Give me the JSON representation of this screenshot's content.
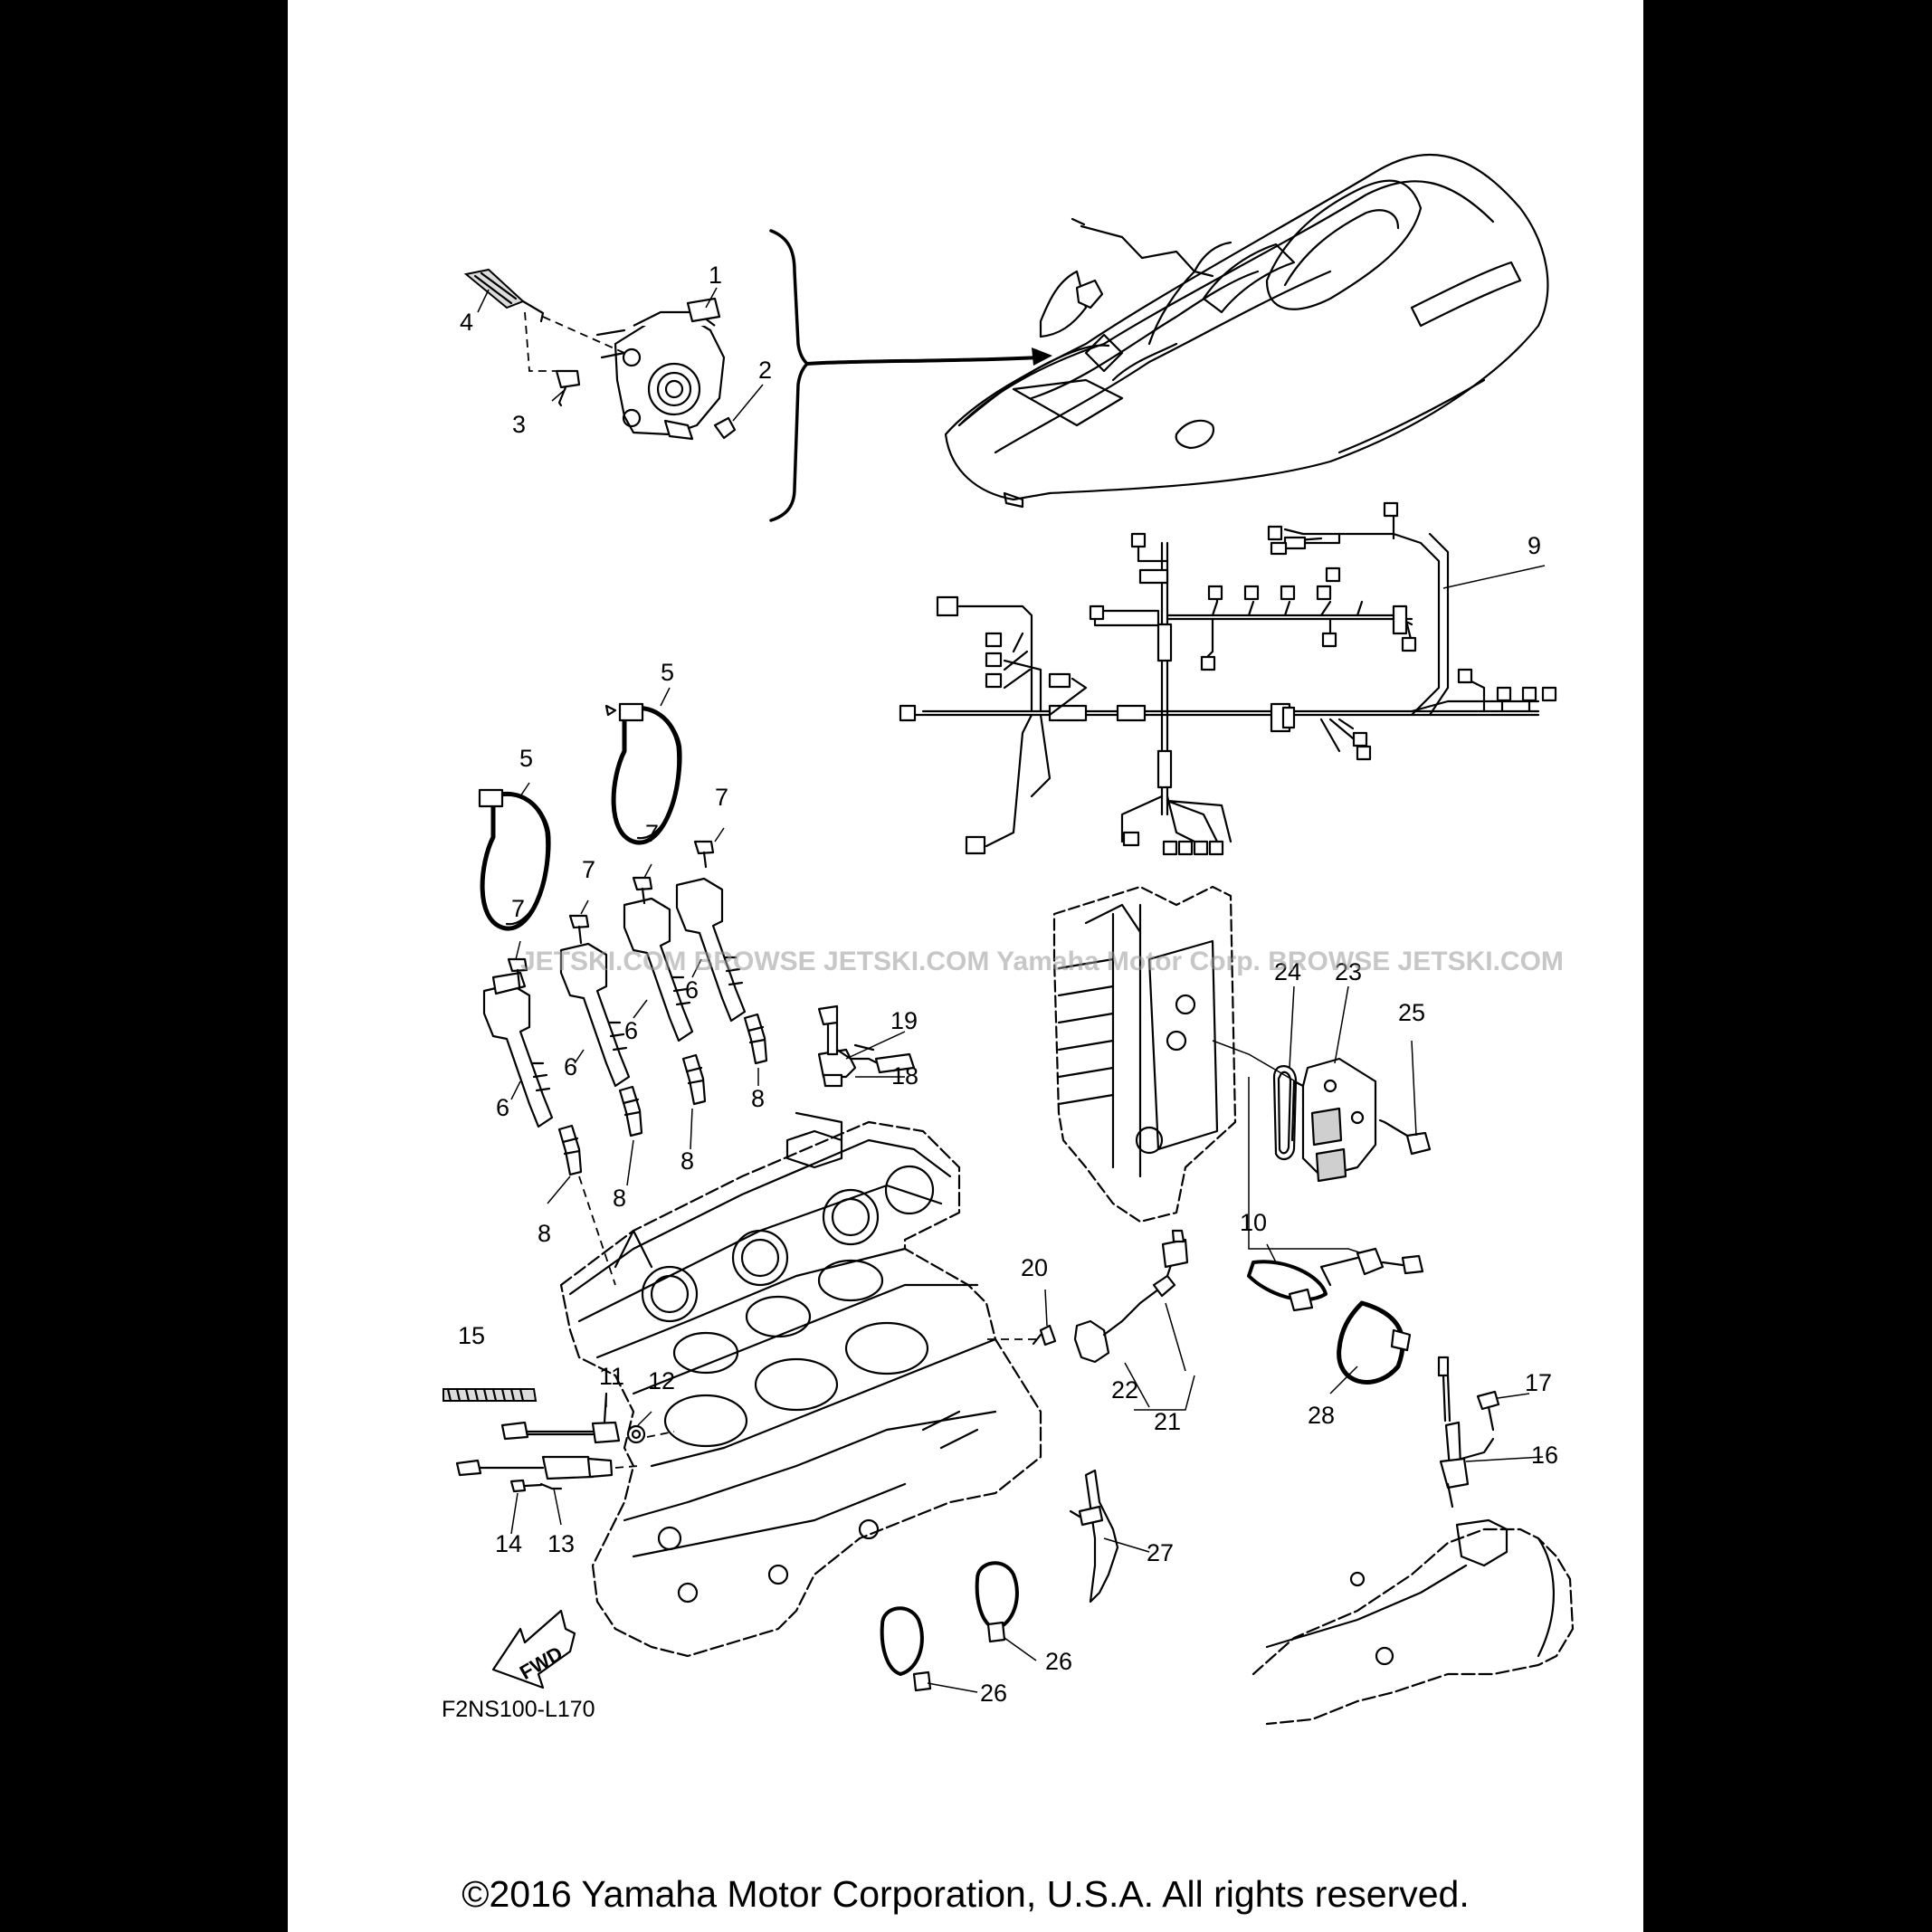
{
  "diagram_code": "F2NS100-L170",
  "fwd_label": "FWD",
  "watermark": "JETSKI.COM    BROWSE JETSKI.COM    Yamaha Motor Corp.    BROWSE JETSKI.COM",
  "copyright": "©2016 Yamaha Motor Corporation, U.S.A. All rights reserved.",
  "callouts": {
    "c1": "1",
    "c2": "2",
    "c3": "3",
    "c4": "4",
    "c5a": "5",
    "c5b": "5",
    "c6a": "6",
    "c6b": "6",
    "c6c": "6",
    "c6d": "6",
    "c7a": "7",
    "c7b": "7",
    "c7c": "7",
    "c7d": "7",
    "c8a": "8",
    "c8b": "8",
    "c8c": "8",
    "c8d": "8",
    "c9": "9",
    "c10": "10",
    "c11": "11",
    "c12": "12",
    "c13": "13",
    "c14": "14",
    "c15": "15",
    "c16": "16",
    "c17": "17",
    "c18": "18",
    "c19": "19",
    "c20": "20",
    "c21": "21",
    "c22": "22",
    "c23": "23",
    "c24": "24",
    "c25": "25",
    "c26a": "26",
    "c26b": "26",
    "c27": "27",
    "c28": "28"
  }
}
